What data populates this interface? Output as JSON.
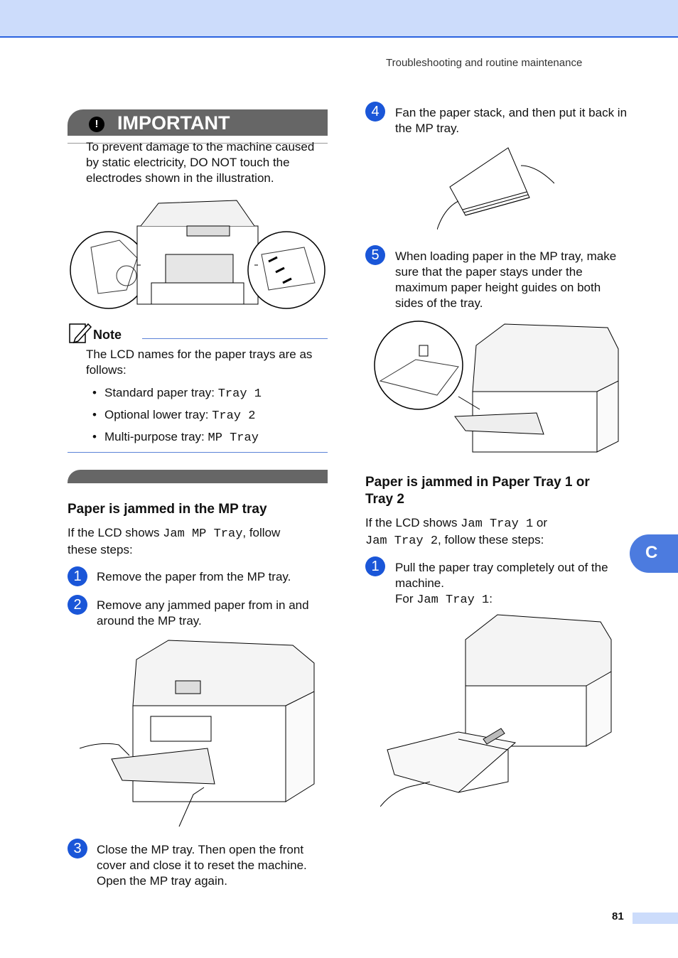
{
  "header": {
    "section_title": "Troubleshooting and routine maintenance"
  },
  "important": {
    "title": "IMPORTANT",
    "icon": "exclamation-icon",
    "text": "To prevent damage to the machine caused by static electricity, DO NOT touch the electrodes shown in the illustration."
  },
  "note": {
    "title": "Note",
    "intro": "The LCD names for the paper trays are as follows:",
    "items": [
      {
        "label": "Standard paper tray: ",
        "code": "Tray 1"
      },
      {
        "label": "Optional lower tray: ",
        "code": "Tray 2"
      },
      {
        "label": "Multi-purpose tray: ",
        "code": "MP Tray"
      }
    ]
  },
  "mp_section": {
    "heading": "Paper is jammed in the MP tray",
    "intro_pre": "If the LCD shows ",
    "intro_code": "Jam MP Tray",
    "intro_post": ", follow these steps:",
    "steps": [
      {
        "num": "1",
        "text": "Remove the paper from the MP tray."
      },
      {
        "num": "2",
        "text": "Remove any jammed paper from in and around the MP tray."
      },
      {
        "num": "3",
        "text": "Close the MP tray. Then open the front cover and close it to reset the machine. Open the MP tray again."
      },
      {
        "num": "4",
        "text": "Fan the paper stack, and then put it back in the MP tray."
      },
      {
        "num": "5",
        "text": "When loading paper in the MP tray, make sure that the paper stays under the maximum paper height guides on both sides of the tray."
      }
    ]
  },
  "tray_section": {
    "heading": "Paper is jammed in Paper Tray 1 or Tray 2",
    "intro_pre": "If the LCD shows ",
    "intro_code1": "Jam Tray 1",
    "intro_mid": " or",
    "intro_code2": "Jam Tray 2",
    "intro_post": ", follow these steps:",
    "step1_num": "1",
    "step1_text": "Pull the paper tray completely out of the machine.",
    "step1_for": "For ",
    "step1_code": "Jam Tray 1",
    "step1_colon": ":"
  },
  "chapter_tab": "C",
  "page_number": "81",
  "colors": {
    "accent": "#1a56d8",
    "band": "#ccdcfb",
    "bar": "#666666"
  }
}
